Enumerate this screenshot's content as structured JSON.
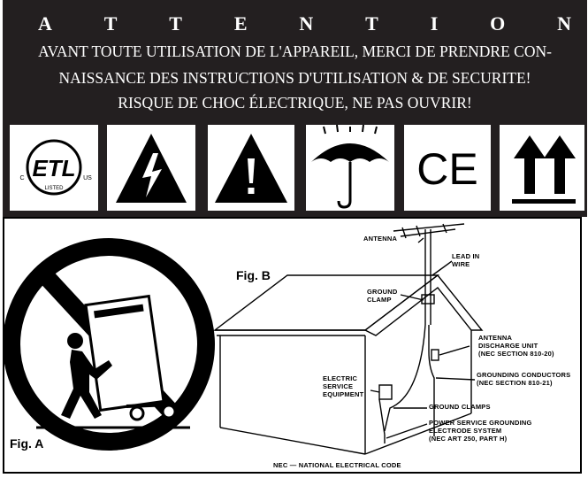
{
  "header": {
    "attention_letters": [
      "A",
      "T",
      "T",
      "E",
      "N",
      "T",
      "I",
      "O",
      "N"
    ],
    "line1": "AVANT TOUTE UTILISATION DE L'APPAREIL, MERCI DE PRENDRE CON-",
    "line2": "NAISSANCE DES INSTRUCTIONS D'UTILISATION & DE SECURITE!",
    "line3": "RISQUE DE CHOC ÉLECTRIQUE, NE PAS OUVRIR!"
  },
  "icons": [
    {
      "name": "etl-listed-icon",
      "text_main": "ETL",
      "text_c": "C",
      "text_us": "US",
      "text_listed": "LISTED"
    },
    {
      "name": "electric-shock-warning-icon"
    },
    {
      "name": "caution-exclamation-icon"
    },
    {
      "name": "keep-dry-umbrella-icon"
    },
    {
      "name": "ce-mark-icon",
      "text": "CE"
    },
    {
      "name": "this-way-up-arrows-icon"
    }
  ],
  "figures": {
    "fig_a": "Fig. A",
    "fig_b": "Fig. B",
    "labels": {
      "antenna": "ANTENNA",
      "lead_in_1": "LEAD IN",
      "lead_in_2": "WIRE",
      "ground_clamp_1": "GROUND",
      "ground_clamp_2": "CLAMP",
      "discharge_1": "ANTENNA",
      "discharge_2": "DISCHARGE UNIT",
      "discharge_3": "(NEC SECTION 810-20)",
      "electric_1": "ELECTRIC",
      "electric_2": "SERVICE",
      "electric_3": "EQUIPMENT",
      "grounding_1": "GROUNDING CONDUCTORS",
      "grounding_2": "(NEC SECTION 810-21)",
      "clamps": "GROUND CLAMPS",
      "power_1": "POWER SERVICE GROUNDING",
      "power_2": "ELECTRODE SYSTEM",
      "power_3": "(NEC ART 250, PART H)",
      "nec": "NEC — NATIONAL ELECTRICAL CODE"
    }
  }
}
